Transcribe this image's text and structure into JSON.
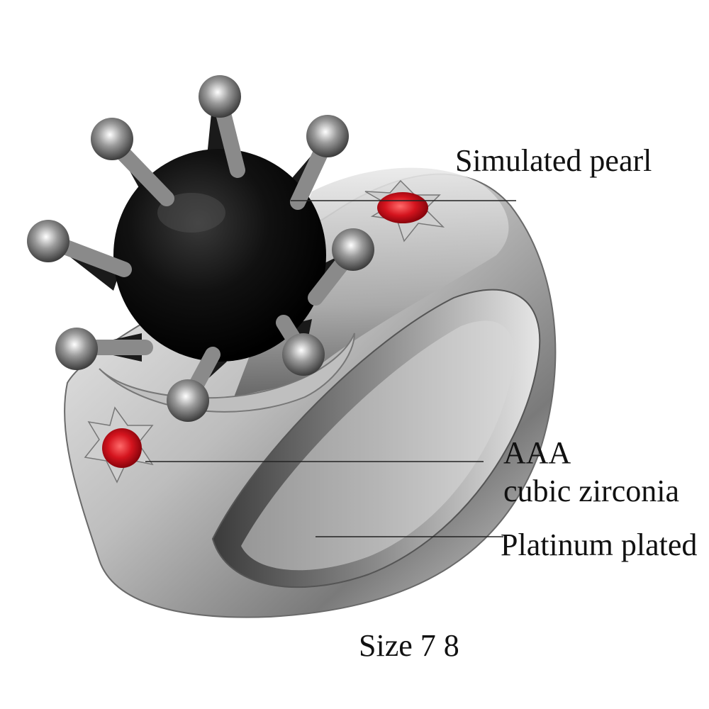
{
  "labels": {
    "simulated_pearl": "Simulated pearl",
    "aaa": "AAA",
    "cubic_zirconia": "cubic zirconia",
    "platinum_plated": "Platinum plated",
    "size": "Size 7 8"
  },
  "colors": {
    "background": "#ffffff",
    "pearl": "#0a0a0a",
    "stone": "#d4141e",
    "metal_light": "#f2f2f2",
    "metal_dark": "#4a4a4a",
    "callout_line": "#222222"
  }
}
